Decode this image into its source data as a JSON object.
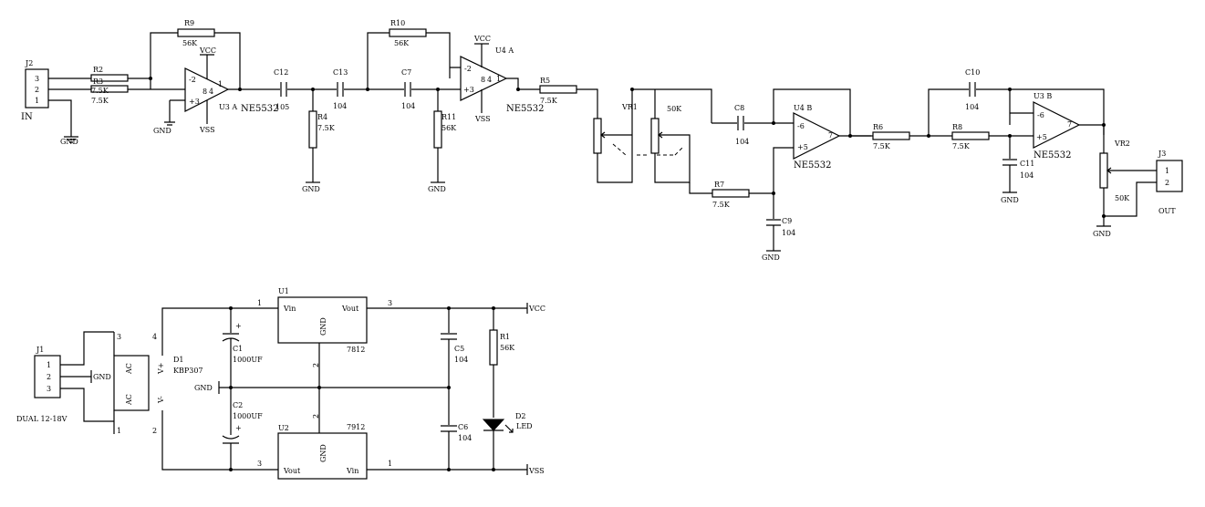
{
  "labels": {
    "J2": "J2",
    "J2_pin3": "3",
    "J2_pin2": "2",
    "J2_pin1": "1",
    "IN": "IN",
    "GND": "GND",
    "R2": "R2",
    "R3": "R3",
    "R2_val": "7.5K",
    "R3_val": "7.5K",
    "R9": "R9",
    "R9_val": "56K",
    "VCC": "VCC",
    "VSS": "VSS",
    "U3A": "U3 A",
    "NE5532": "NE5532",
    "opm": "-2",
    "opp": "+3",
    "op1": "1",
    "op8": "8",
    "op4": "4",
    "C12": "C12",
    "C12_val": "105",
    "R4": "R4",
    "R4_val": "7.5K",
    "C13": "C13",
    "C13_val": "104",
    "R10": "R10",
    "R10_val": "56K",
    "C7": "C7",
    "C7_val": "104",
    "R11": "R11",
    "R11_val": "56K",
    "U4A": "U4 A",
    "R5": "R5",
    "R5_val": "7.5K",
    "VR1": "VR1",
    "VR1_val": "50K",
    "C8": "C8",
    "C8_val": "104",
    "R7": "R7",
    "R7_val": "7.5K",
    "C9": "C9",
    "C9_val": "104",
    "U4B": "U4 B",
    "opm6": "-6",
    "opp5": "+5",
    "op7": "7",
    "R6": "R6",
    "R6_val": "7.5K",
    "C10": "C10",
    "C10_val": "104",
    "U3B": "U3 B",
    "R8": "R8",
    "R8_val": "7.5K",
    "C11": "C11",
    "C11_val": "104",
    "VR2": "VR2",
    "VR2_val": "50K",
    "J3": "J3",
    "J3_pin1": "1",
    "J3_pin2": "2",
    "OUT": "OUT",
    "J1": "J1",
    "J1_pin1": "1",
    "J1_pin2": "2",
    "J1_pin3": "3",
    "DUAL": "DUAL 12-18V",
    "D1": "D1",
    "D1_val": "KBP307",
    "AC": "AC",
    "Vp": "V+",
    "Vm": "V-",
    "D1_p3": "3",
    "D1_p4": "4",
    "D1_p1": "1",
    "D1_p2": "2",
    "C1": "C1",
    "C1_val": "1000UF",
    "C2": "C2",
    "C2_val": "1000UF",
    "plus": "+",
    "U1": "U1",
    "U1_vin": "Vin",
    "U1_vout": "Vout",
    "U1_model": "7812",
    "U2": "U2",
    "U2_vin": "Vin",
    "U2_vout": "Vout",
    "U2_model": "7912",
    "reg_gnd": "GND",
    "p1": "1",
    "p2": "2",
    "p3": "3",
    "C5": "C5",
    "C5_val": "104",
    "C6": "C6",
    "C6_val": "104",
    "R1": "R1",
    "R1_val": "56K",
    "D2": "D2",
    "LED": "LED"
  }
}
